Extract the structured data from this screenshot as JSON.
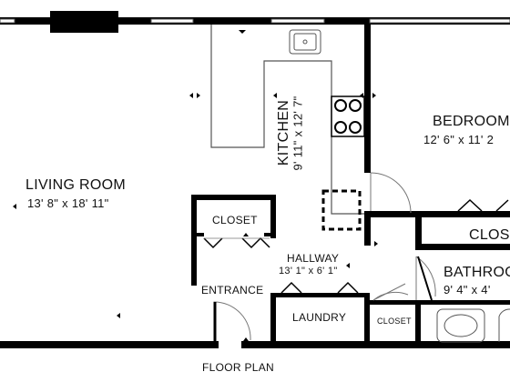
{
  "labels": {
    "living_room": "LIVING ROOM",
    "living_room_dims": "13' 8\" x 18' 11\"",
    "kitchen": "KITCHEN",
    "kitchen_dims": "9' 11\" x 12' 7\"",
    "bedroom": "BEDROOM",
    "bedroom_dims": "12' 6\" x 11' 2",
    "closet_left": "CLOSET",
    "closet_right": "CLOS",
    "hallway": "HALLWAY",
    "hallway_dims": "13' 1\" x 6' 1\"",
    "entrance": "ENTRANCE",
    "laundry": "LAUNDRY",
    "closet_small": "CLOSET",
    "bathroom": "BATHROO",
    "bathroom_dims": "9' 4\" x 4'",
    "floor_plan": "FLOOR PLAN"
  },
  "colors": {
    "wall": "#000000",
    "line": "#333333",
    "background": "#ffffff"
  }
}
